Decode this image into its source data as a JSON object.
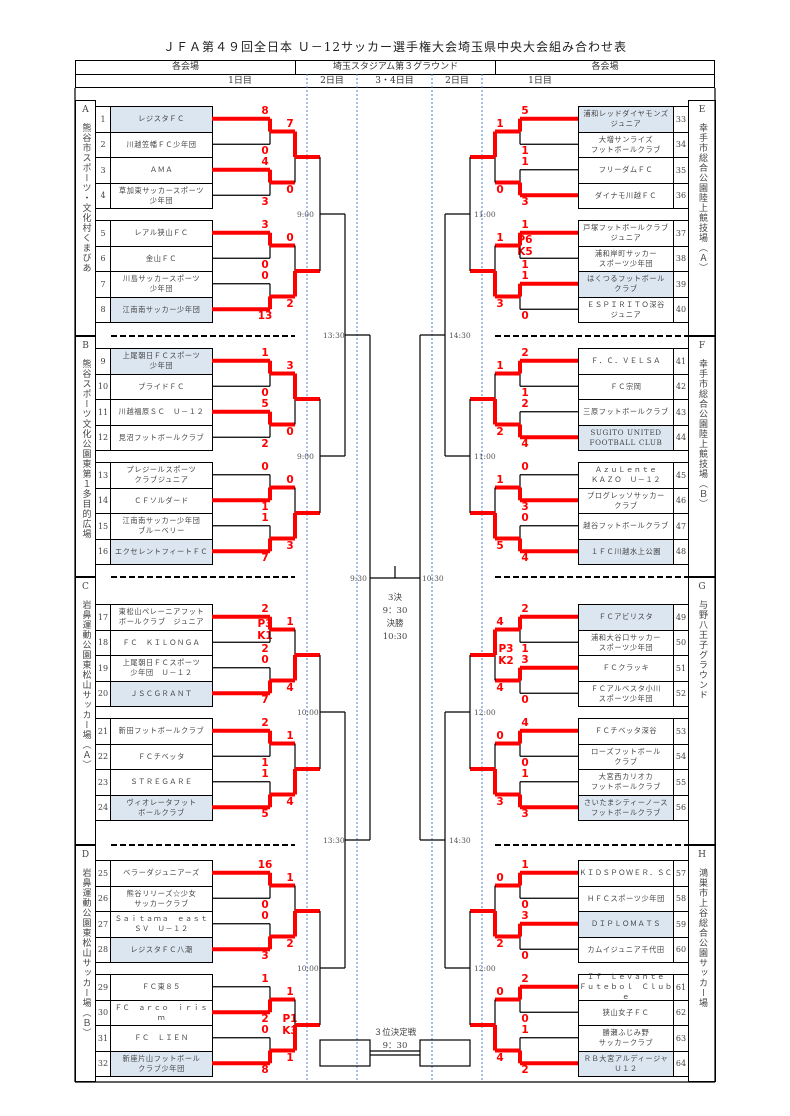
{
  "title": "ＪＦＡ第４９回全日本 Ｕ－12サッカー選手権大会埼玉県中央大会組み合わせ表",
  "header": {
    "left_venue": "各会場",
    "center_venue": "埼玉スタジアム第３グラウンド",
    "right_venue": "各会場",
    "days": [
      "1日目",
      "2日目",
      "3・4日目",
      "2日目",
      "1日目"
    ]
  },
  "center": {
    "semi_times": [
      "13:30",
      "13:30",
      "14:30",
      "14:30"
    ],
    "final_left_time": "9:30",
    "final_right_time": "10:30",
    "final_info": "3決\n9：30\n決勝\n10:30",
    "third_place_label": "３位決定戦",
    "third_place_time": "9：30"
  },
  "colors": {
    "winner_line": "#ff0000",
    "highlight": "#dce6f1"
  },
  "blocks": [
    {
      "side": "left",
      "letter": "A",
      "venue": "熊谷市スポーツ・文化村くまびあ",
      "time": "9:00",
      "teams": [
        {
          "no": "1",
          "name": "レジスタＦＣ",
          "hl": true
        },
        {
          "no": "2",
          "name": "川越笠幡ＦＣ少年団"
        },
        {
          "no": "3",
          "name": "ＡＭＡ"
        },
        {
          "no": "4",
          "name": "草加東サッカースポーツ\n少年団"
        },
        {
          "no": "5",
          "name": "レアル狭山ＦＣ"
        },
        {
          "no": "6",
          "name": "金山ＦＣ"
        },
        {
          "no": "7",
          "name": "川島サッカースポーツ\n少年団"
        },
        {
          "no": "8",
          "name": "江南南サッカー少年団",
          "hl": true
        }
      ],
      "r1": [
        {
          "s": [
            "8",
            "0"
          ],
          "w": 0
        },
        {
          "s": [
            "4",
            "3"
          ],
          "w": 0
        },
        {
          "s": [
            "3",
            "0"
          ],
          "w": 0
        },
        {
          "s": [
            "0",
            "13"
          ],
          "w": 1
        }
      ],
      "r2": [
        {
          "s": [
            "7",
            "0"
          ],
          "w": 0
        },
        {
          "s": [
            "0",
            "2"
          ],
          "w": 1
        }
      ]
    },
    {
      "side": "left",
      "letter": "B",
      "venue": "熊谷スポーツ文化公園東第１多目的広場",
      "time": "9:00",
      "teams": [
        {
          "no": "9",
          "name": "上尾朝日ＦＣスポーツ\n少年団",
          "hl": true
        },
        {
          "no": "10",
          "name": "プライドＦＣ"
        },
        {
          "no": "11",
          "name": "川越福原ＳＣ　Ｕ－１２"
        },
        {
          "no": "12",
          "name": "見沼フットボールクラブ"
        },
        {
          "no": "13",
          "name": "プレジールスポーツ\nクラブジュニア"
        },
        {
          "no": "14",
          "name": "ＣＦソルダード"
        },
        {
          "no": "15",
          "name": "江南南サッカー少年団\nブルーベリー"
        },
        {
          "no": "16",
          "name": "エクセレントフィートＦＣ",
          "hl": true
        }
      ],
      "r1": [
        {
          "s": [
            "1",
            "0"
          ],
          "w": 0
        },
        {
          "s": [
            "5",
            "2"
          ],
          "w": 0
        },
        {
          "s": [
            "0",
            "1"
          ],
          "w": 1
        },
        {
          "s": [
            "1",
            "7"
          ],
          "w": 1
        }
      ],
      "r2": [
        {
          "s": [
            "3",
            "0"
          ],
          "w": 0
        },
        {
          "s": [
            "0",
            "3"
          ],
          "w": 1
        }
      ]
    },
    {
      "side": "left",
      "letter": "C",
      "venue": "岩鼻運動公園東松山サッカー場（Ａ）",
      "time": "10:00",
      "teams": [
        {
          "no": "17",
          "name": "東松山ペレーニアフット\nボールクラブ　ジュニア"
        },
        {
          "no": "18",
          "name": "ＦＣ　ＫＩＬＯＮＧＡ"
        },
        {
          "no": "19",
          "name": "上尾朝日ＦＣスポーツ\n少年団　Ｕ－１２"
        },
        {
          "no": "20",
          "name": "ＪＳＣＧＲＡＮＴ",
          "hl": true
        },
        {
          "no": "21",
          "name": "新田フットボールクラブ"
        },
        {
          "no": "22",
          "name": "ＦＣチベッタ"
        },
        {
          "no": "23",
          "name": "ＳＴＲＥＧＡＲＥ"
        },
        {
          "no": "24",
          "name": "ヴィオレータフット\nボールクラブ",
          "hl": true
        }
      ],
      "r1": [
        {
          "s": [
            "2",
            "2"
          ],
          "w": 0,
          "pk": [
            "P3",
            "K1"
          ]
        },
        {
          "s": [
            "0",
            "7"
          ],
          "w": 1
        },
        {
          "s": [
            "2",
            "1"
          ],
          "w": 0
        },
        {
          "s": [
            "1",
            "5"
          ],
          "w": 1
        }
      ],
      "r2": [
        {
          "s": [
            "1",
            "4"
          ],
          "w": 1
        },
        {
          "s": [
            "1",
            "4"
          ],
          "w": 1
        }
      ]
    },
    {
      "side": "left",
      "letter": "D",
      "venue": "岩鼻運動公園東松山サッカー場（Ｂ）",
      "time": "10:00",
      "teams": [
        {
          "no": "25",
          "name": "ベラーダジュニアーズ"
        },
        {
          "no": "26",
          "name": "熊谷リリーズ☆少女\nサッカークラブ"
        },
        {
          "no": "27",
          "name": "Ｓａｉｔａｍａ　ｅａｓｔ\nＳＶ　Ｕ－１２"
        },
        {
          "no": "28",
          "name": "レジスタＦＣ八潮",
          "hl": true
        },
        {
          "no": "29",
          "name": "ＦＣ東８５"
        },
        {
          "no": "30",
          "name": "ＦＣ　ａｒｃｏ　ｉｒｉｓ　ｍ"
        },
        {
          "no": "31",
          "name": "ＦＣ　ＬＩＥＮ"
        },
        {
          "no": "32",
          "name": "新座片山フットボール\nクラブ少年団",
          "hl": true
        }
      ],
      "r1": [
        {
          "s": [
            "16",
            "0"
          ],
          "w": 0
        },
        {
          "s": [
            "0",
            "3"
          ],
          "w": 1
        },
        {
          "s": [
            "1",
            "2"
          ],
          "w": 1
        },
        {
          "s": [
            "0",
            "8"
          ],
          "w": 1
        }
      ],
      "r2": [
        {
          "s": [
            "1",
            "2"
          ],
          "w": 1
        },
        {
          "s": [
            "1",
            "1"
          ],
          "w": 1,
          "pk": [
            "P1",
            "K3"
          ]
        }
      ]
    },
    {
      "side": "right",
      "letter": "E",
      "venue": "幸手市総合公園陸上競技場（Ａ）",
      "time": "11:00",
      "teams": [
        {
          "no": "33",
          "name": "浦和レッドダイヤモンズ\nジュニア",
          "hl": true
        },
        {
          "no": "34",
          "name": "大増サンライズ\nフットボールクラブ"
        },
        {
          "no": "35",
          "name": "フリーダムＦＣ"
        },
        {
          "no": "36",
          "name": "ダイナモ川越ＦＣ"
        },
        {
          "no": "37",
          "name": "戸塚フットボールクラブ\nジュニア"
        },
        {
          "no": "38",
          "name": "浦和岸町サッカー\nスポーツ少年団"
        },
        {
          "no": "39",
          "name": "はくつるフットボール\nクラブ",
          "hl": true
        },
        {
          "no": "40",
          "name": "ＥＳＰＩＲＩＴＯ深谷\nジュニア"
        }
      ],
      "r1": [
        {
          "s": [
            "5",
            "1"
          ],
          "w": 0
        },
        {
          "s": [
            "1",
            "3"
          ],
          "w": 1
        },
        {
          "s": [
            "1",
            "1"
          ],
          "w": 0,
          "pk": [
            "P6",
            "K5"
          ]
        },
        {
          "s": [
            "1",
            "0"
          ],
          "w": 0
        }
      ],
      "r2": [
        {
          "s": [
            "1",
            "0"
          ],
          "w": 0
        },
        {
          "s": [
            "1",
            "3"
          ],
          "w": 1
        }
      ]
    },
    {
      "side": "right",
      "letter": "F",
      "venue": "幸手市総合公園陸上競技場（Ｂ）",
      "time": "11:00",
      "teams": [
        {
          "no": "41",
          "name": "Ｆ．Ｃ．ＶＥＬＳＡ"
        },
        {
          "no": "42",
          "name": "ＦＣ宗岡"
        },
        {
          "no": "43",
          "name": "三原フットボールクラブ"
        },
        {
          "no": "44",
          "name": "SUGITO UNITED\nFOOTBALL CLUB",
          "hl": true
        },
        {
          "no": "45",
          "name": "ＡｚｕＬｅｎｔｅ\nＫＡＺＯ　Ｕ－１２"
        },
        {
          "no": "46",
          "name": "プログレッソサッカー\nクラブ"
        },
        {
          "no": "47",
          "name": "越谷フットボールクラブ"
        },
        {
          "no": "48",
          "name": "１ＦＣ川越水上公園",
          "hl": true
        }
      ],
      "r1": [
        {
          "s": [
            "2",
            "1"
          ],
          "w": 0
        },
        {
          "s": [
            "2",
            "4"
          ],
          "w": 1
        },
        {
          "s": [
            "0",
            "3"
          ],
          "w": 1
        },
        {
          "s": [
            "0",
            "4"
          ],
          "w": 1
        }
      ],
      "r2": [
        {
          "s": [
            "1",
            "2"
          ],
          "w": 1
        },
        {
          "s": [
            "1",
            "5"
          ],
          "w": 1
        }
      ]
    },
    {
      "side": "right",
      "letter": "G",
      "venue": "与野八王子グラウンド",
      "time": "12:00",
      "teams": [
        {
          "no": "49",
          "name": "ＦＣアビリスタ",
          "hl": true
        },
        {
          "no": "50",
          "name": "浦和大谷口サッカー\nスポーツ少年団"
        },
        {
          "no": "51",
          "name": "ＦＣクラッキ"
        },
        {
          "no": "52",
          "name": "ＦＣアルベスタ小川\nスポーツ少年団"
        },
        {
          "no": "53",
          "name": "ＦＣチベッタ深谷"
        },
        {
          "no": "54",
          "name": "ローズフットボール\nクラブ"
        },
        {
          "no": "55",
          "name": "大宮西カリオカ\nフットボールクラブ"
        },
        {
          "no": "56",
          "name": "さいたまシティーノース\nフットボールクラブ",
          "hl": true
        }
      ],
      "r1": [
        {
          "s": [
            "2",
            "1"
          ],
          "w": 0
        },
        {
          "s": [
            "3",
            "0"
          ],
          "w": 0
        },
        {
          "s": [
            "4",
            "0"
          ],
          "w": 0
        },
        {
          "s": [
            "1",
            "3"
          ],
          "w": 1
        }
      ],
      "r2": [
        {
          "s": [
            "4",
            "4"
          ],
          "w": 0,
          "pk": [
            "P3",
            "K2"
          ]
        },
        {
          "s": [
            "0",
            "3"
          ],
          "w": 1
        }
      ]
    },
    {
      "side": "right",
      "letter": "H",
      "venue": "鴻巣市上谷総合公園サッカー場",
      "time": "12:00",
      "teams": [
        {
          "no": "57",
          "name": "ＫＩＤＳＰＯＷＥＲ．ＳＣ"
        },
        {
          "no": "58",
          "name": "ＨＦＣスポーツ少年団"
        },
        {
          "no": "59",
          "name": "ＤＩＰＬＯＭＡＴＳ",
          "hl": true
        },
        {
          "no": "60",
          "name": "カムイジュニア千代田"
        },
        {
          "no": "61",
          "name": "Ｉｆ　Ｌｅｖａｎｔｅ\nＦｕｔｅｂｏｌ　Ｃｌｕｂｅ"
        },
        {
          "no": "62",
          "name": "狭山女子ＦＣ"
        },
        {
          "no": "63",
          "name": "勝瀬ふじみ野\nサッカークラブ"
        },
        {
          "no": "64",
          "name": "ＲＢ大宮アルディージャ\nＵ１２",
          "hl": true
        }
      ],
      "r1": [
        {
          "s": [
            "1",
            "0"
          ],
          "w": 0
        },
        {
          "s": [
            "3",
            "0"
          ],
          "w": 0
        },
        {
          "s": [
            "2",
            "0"
          ],
          "w": 0
        },
        {
          "s": [
            "1",
            "2"
          ],
          "w": 1
        }
      ],
      "r2": [
        {
          "s": [
            "0",
            "2"
          ],
          "w": 1
        },
        {
          "s": [
            "0",
            "4"
          ],
          "w": 1
        }
      ]
    }
  ]
}
